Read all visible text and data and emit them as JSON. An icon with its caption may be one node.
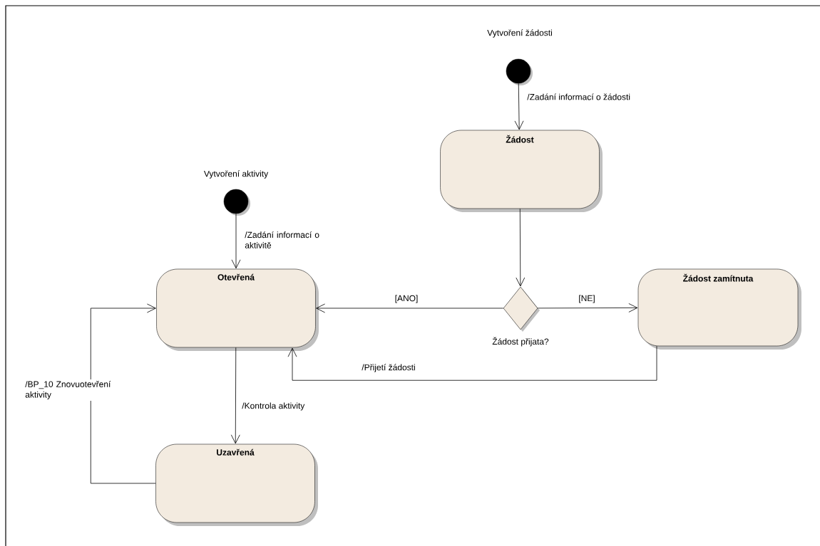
{
  "diagram": {
    "nodes": [
      {
        "text": [],
        "shape": "circle",
        "beside": [
          "Vytvoření žádosti"
        ]
      },
      {
        "text": [
          "Žádost"
        ]
      },
      {
        "text": [],
        "shape": "circle",
        "beside": [
          "Vytvoření aktivity"
        ]
      },
      {
        "text": [
          "Otevřená"
        ]
      },
      {
        "text": [],
        "shape": "diamond",
        "beside": [
          "Žádost přijata?"
        ]
      },
      {
        "text": [
          "Žádost zamítnuta"
        ]
      },
      {
        "text": [
          "Uzavřená"
        ]
      }
    ],
    "edges": [
      {
        "from": 0,
        "to": 1,
        "arrow": "to",
        "label": "/Zadání informací o žádosti"
      },
      {
        "from": 1,
        "to": 4,
        "arrow": "to"
      },
      {
        "from": 2,
        "to": 3,
        "arrow": "to",
        "label": "/Zadání informací o aktivitě"
      },
      {
        "from": 4,
        "to": 3,
        "arrow": "to",
        "label": "[ANO]"
      },
      {
        "from": 4,
        "to": 5,
        "arrow": "to",
        "label": "[NE]"
      },
      {
        "from": 5,
        "to": 3,
        "arrow": "to",
        "label": "/Přijetí žádosti"
      },
      {
        "from": 3,
        "to": 6,
        "arrow": "to",
        "label": "/Kontrola aktivity"
      },
      {
        "from": 6,
        "to": 3,
        "arrow": "to",
        "label": "/BP_10 Znovuotevření aktivity"
      }
    ]
  }
}
